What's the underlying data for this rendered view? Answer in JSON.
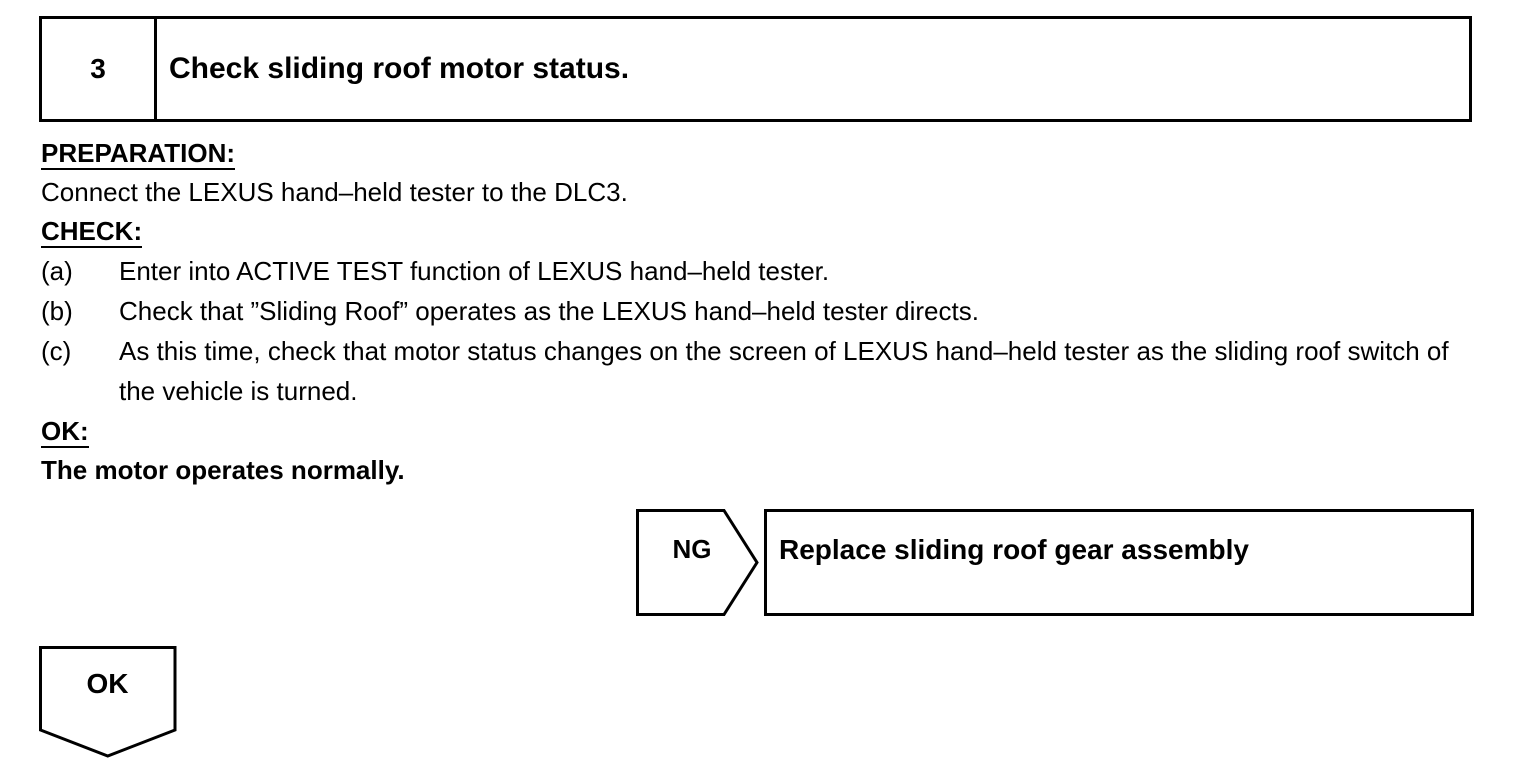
{
  "step": {
    "number": "3",
    "title": "Check sliding roof motor status."
  },
  "preparation": {
    "heading": "PREPARATION:",
    "text": "Connect the LEXUS hand–held tester to the DLC3."
  },
  "check": {
    "heading": "CHECK:",
    "items": [
      {
        "label": "(a)",
        "text": "Enter into ACTIVE TEST function of LEXUS hand–held tester."
      },
      {
        "label": "(b)",
        "text": "Check that ”Sliding Roof” operates as the LEXUS hand–held tester directs."
      },
      {
        "label": "(c)",
        "text": "As this time, check that motor status changes on the screen of LEXUS hand–held tester as the sliding roof switch of the vehicle is turned."
      }
    ]
  },
  "ok_spec": {
    "heading": "OK:",
    "text": "The motor operates normally."
  },
  "ng_flow": {
    "label": "NG",
    "action": "Replace sliding roof gear assembly"
  },
  "ok_flow": {
    "label": "OK"
  }
}
